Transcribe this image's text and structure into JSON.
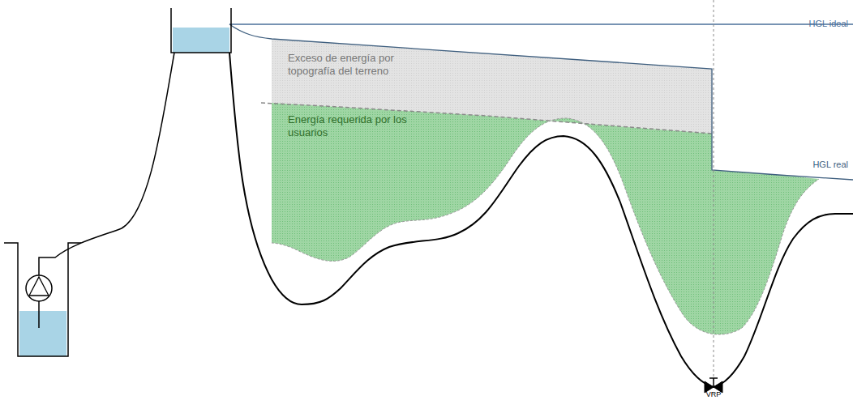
{
  "diagram": {
    "labels": [
      "HGL ideal",
      "Exceso de energía por topografía del terreno",
      "Energía requerida por los usuarios",
      "HGL real",
      "VRP"
    ]
  }
}
